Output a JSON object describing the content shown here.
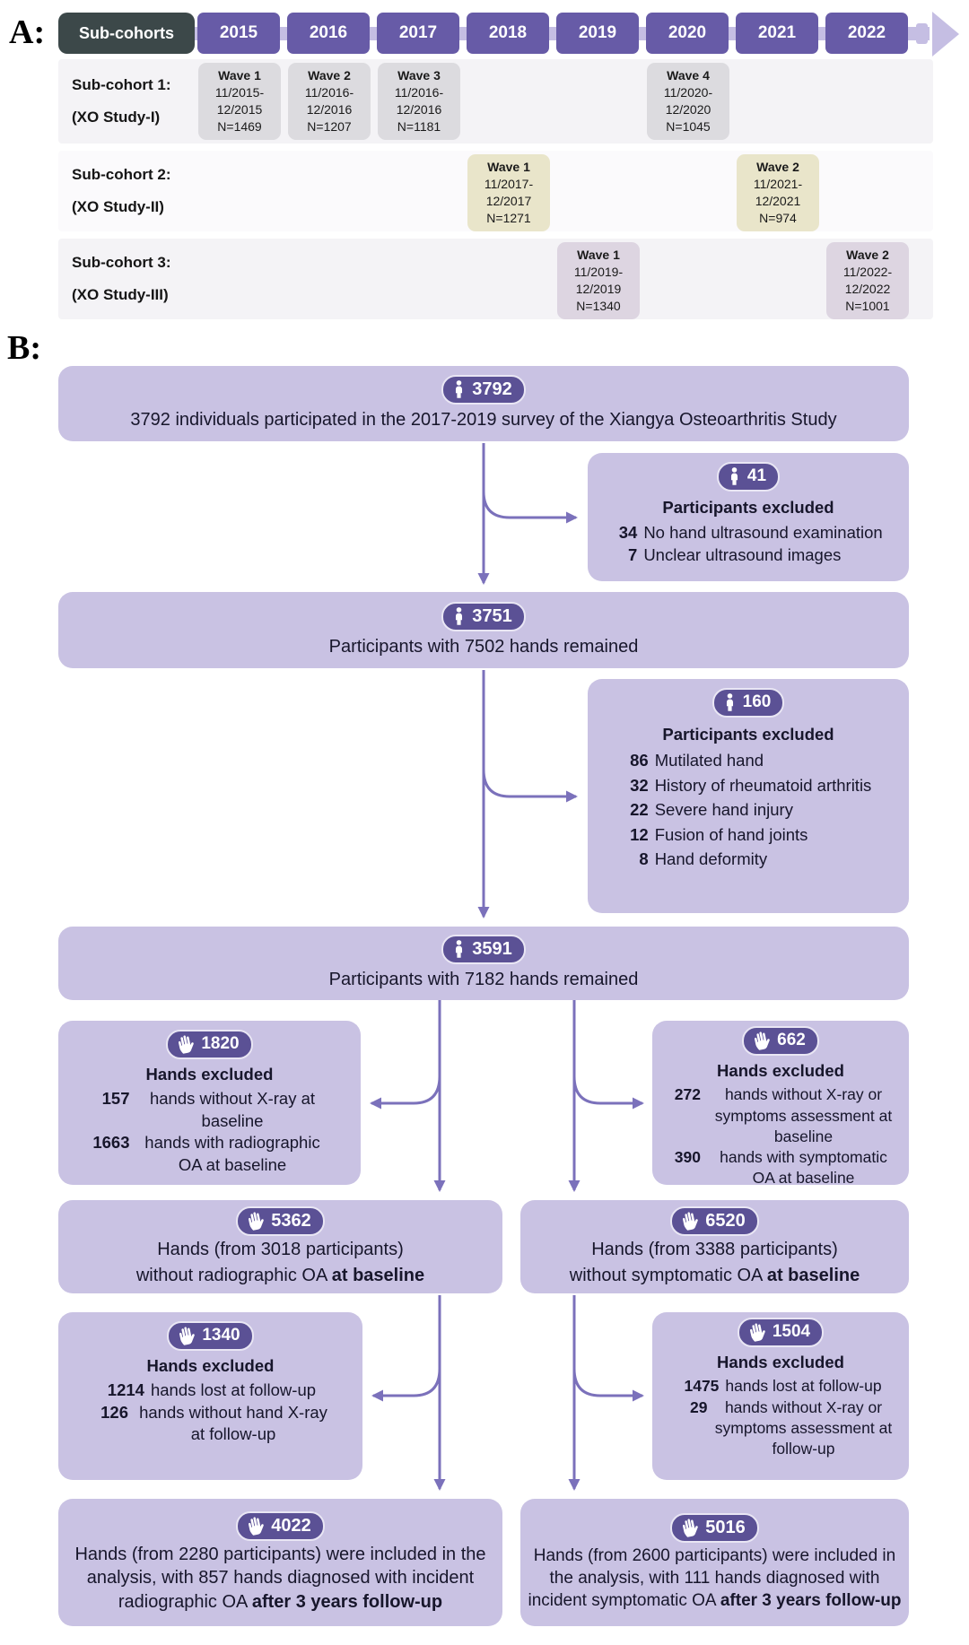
{
  "colors": {
    "box_fill": "#c9c2e3",
    "badge_fill": "#5b5195",
    "arrow": "#7b71bb",
    "year_box": "#675ba7",
    "cohort_header": "#3c4849",
    "wave_gray": "#dcdbdf",
    "wave_beige": "#e9e5ca",
    "wave_mauve": "#ddd5e1",
    "row_bg": "#f4f3f6",
    "timeline_band": "#c5bee3"
  },
  "panelA": {
    "label": "A:",
    "header": {
      "cohorts": "Sub-cohorts",
      "years": [
        "2015",
        "2016",
        "2017",
        "2018",
        "2019",
        "2020",
        "2021",
        "2022"
      ]
    },
    "rows": [
      {
        "label1": "Sub-cohort 1:",
        "label2": "(XO Study-I)"
      },
      {
        "label1": "Sub-cohort 2:",
        "label2": "(XO Study-II)"
      },
      {
        "label1": "Sub-cohort 3:",
        "label2": "(XO Study-III)"
      }
    ],
    "waves": [
      {
        "title": "Wave 1",
        "d1": "11/2015-",
        "d2": "12/2015",
        "n": "N=1469"
      },
      {
        "title": "Wave 2",
        "d1": "11/2016-",
        "d2": "12/2016",
        "n": "N=1207"
      },
      {
        "title": "Wave 3",
        "d1": "11/2016-",
        "d2": "12/2016",
        "n": "N=1181"
      },
      {
        "title": "Wave 4",
        "d1": "11/2020-",
        "d2": "12/2020",
        "n": "N=1045"
      },
      {
        "title": "Wave 1",
        "d1": "11/2017-",
        "d2": "12/2017",
        "n": "N=1271"
      },
      {
        "title": "Wave 2",
        "d1": "11/2021-",
        "d2": "12/2021",
        "n": "N=974"
      },
      {
        "title": "Wave 1",
        "d1": "11/2019-",
        "d2": "12/2019",
        "n": "N=1340"
      },
      {
        "title": "Wave 2",
        "d1": "11/2022-",
        "d2": "12/2022",
        "n": "N=1001"
      }
    ]
  },
  "panelB": {
    "label": "B:",
    "b3792": {
      "badge": "3792",
      "text": "3792 individuals participated in the 2017-2019 survey of the Xiangya Osteoarthritis Study"
    },
    "e41": {
      "badge": "41",
      "title": "Participants excluded",
      "items": [
        {
          "n": "34",
          "t": "No hand ultrasound examination"
        },
        {
          "n": "7",
          "t": "Unclear ultrasound images"
        }
      ]
    },
    "b3751": {
      "badge": "3751",
      "text": "Participants with 7502 hands remained"
    },
    "e160": {
      "badge": "160",
      "title": "Participants excluded",
      "items": [
        {
          "n": "86",
          "t": "Mutilated hand"
        },
        {
          "n": "32",
          "t": "History of rheumatoid arthritis"
        },
        {
          "n": "22",
          "t": "Severe hand injury"
        },
        {
          "n": "12",
          "t": "Fusion of hand joints"
        },
        {
          "n": "8",
          "t": "Hand deformity"
        }
      ]
    },
    "b3591": {
      "badge": "3591",
      "text": "Participants with 7182 hands remained"
    },
    "e1820": {
      "badge": "1820",
      "title": "Hands excluded",
      "items": [
        {
          "n": "157",
          "t": "hands without X-ray at baseline"
        },
        {
          "n": "1663",
          "t": "hands with radiographic OA at baseline"
        }
      ]
    },
    "e662": {
      "badge": "662",
      "title": "Hands excluded",
      "items": [
        {
          "n": "272",
          "t": "hands without X-ray or symptoms assessment at baseline"
        },
        {
          "n": "390",
          "t": "hands with symptomatic OA at baseline"
        }
      ]
    },
    "b5362": {
      "badge": "5362",
      "line1": "Hands (from 3018 participants)",
      "line2": "without radiographic OA ",
      "line2_bold": "at baseline"
    },
    "b6520": {
      "badge": "6520",
      "line1": "Hands (from 3388 participants)",
      "line2": "without symptomatic OA ",
      "line2_bold": "at baseline"
    },
    "e1340": {
      "badge": "1340",
      "title": "Hands excluded",
      "items": [
        {
          "n": "1214",
          "t": "hands lost at follow-up"
        },
        {
          "n": "126",
          "t": "hands without hand X-ray at follow-up"
        }
      ]
    },
    "e1504": {
      "badge": "1504",
      "title": "Hands excluded",
      "items": [
        {
          "n": "1475",
          "t": "hands lost at follow-up"
        },
        {
          "n": "29",
          "t": "hands without X-ray or symptoms assessment at follow-up"
        }
      ]
    },
    "b4022": {
      "badge": "4022",
      "text": "Hands (from 2280 participants) were included in the analysis, with 857 hands diagnosed with incident radiographic OA ",
      "bold": "after 3 years follow-up"
    },
    "b5016": {
      "badge": "5016",
      "text": "Hands (from 2600 participants) were included in the analysis, with 111 hands diagnosed with incident symptomatic OA ",
      "bold": "after 3 years follow-up"
    }
  }
}
